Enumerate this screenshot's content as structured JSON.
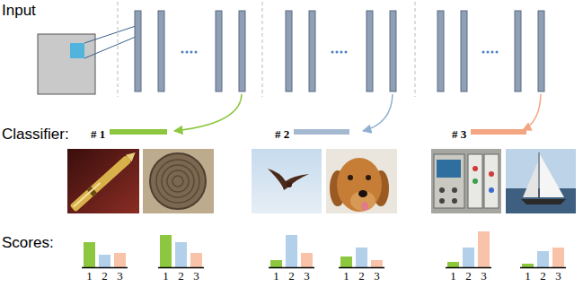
{
  "diagram": {
    "nodes": [
      {
        "text": [
          "# 1"
        ]
      },
      {
        "text": [
          "# 2"
        ]
      },
      {
        "text": [
          "# 3"
        ]
      }
    ],
    "labels": [
      "Input",
      "Classifier:",
      "Scores:",
      "1",
      "2",
      "3",
      "1",
      "2",
      "3",
      "1",
      "2",
      "3",
      "1",
      "2",
      "3",
      "1",
      "2",
      "3",
      "1",
      "2",
      "3"
    ]
  }
}
